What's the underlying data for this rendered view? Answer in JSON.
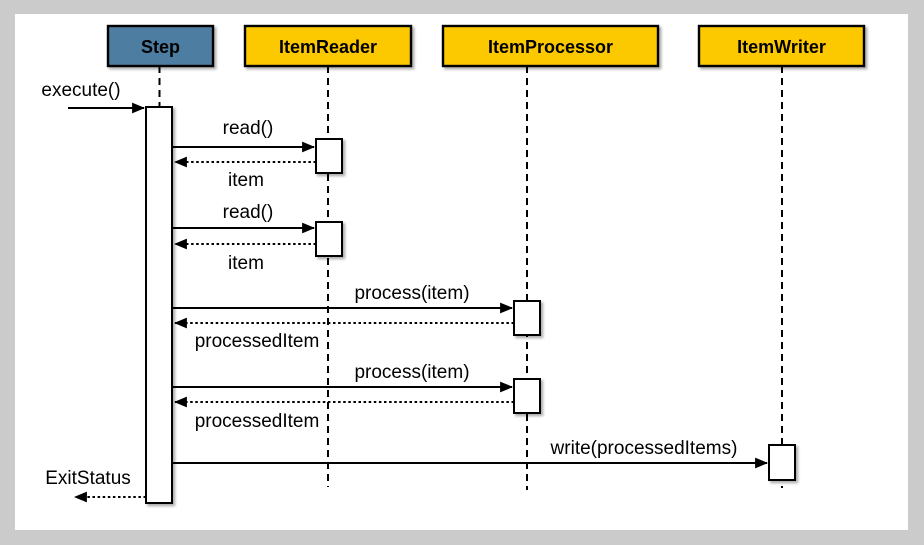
{
  "colors": {
    "background": "#cbcbcb",
    "panel": "#ffffff",
    "step_header_fill": "#4e7da1",
    "item_header_fill": "#fcc905",
    "line": "#000000"
  },
  "actors": [
    {
      "label": "Step",
      "fill": "#4e7da1"
    },
    {
      "label": "ItemReader",
      "fill": "#fcc905"
    },
    {
      "label": "ItemProcessor",
      "fill": "#fcc905"
    },
    {
      "label": "ItemWriter",
      "fill": "#fcc905"
    }
  ],
  "messages": [
    {
      "label": "execute()",
      "from": "(caller)",
      "to": "Step",
      "style": "solid-call"
    },
    {
      "label": "read()",
      "from": "Step",
      "to": "ItemReader",
      "style": "solid-call"
    },
    {
      "label": "item",
      "from": "ItemReader",
      "to": "Step",
      "style": "dotted-return"
    },
    {
      "label": "read()",
      "from": "Step",
      "to": "ItemReader",
      "style": "solid-call"
    },
    {
      "label": "item",
      "from": "ItemReader",
      "to": "Step",
      "style": "dotted-return"
    },
    {
      "label": "process(item)",
      "from": "Step",
      "to": "ItemProcessor",
      "style": "solid-call"
    },
    {
      "label": "processedItem",
      "from": "ItemProcessor",
      "to": "Step",
      "style": "dotted-return"
    },
    {
      "label": "process(item)",
      "from": "Step",
      "to": "ItemProcessor",
      "style": "solid-call"
    },
    {
      "label": "processedItem",
      "from": "ItemProcessor",
      "to": "Step",
      "style": "dotted-return"
    },
    {
      "label": "write(processedItems)",
      "from": "Step",
      "to": "ItemWriter",
      "style": "solid-call"
    },
    {
      "label": "ExitStatus",
      "from": "Step",
      "to": "(caller)",
      "style": "dotted-return"
    }
  ]
}
